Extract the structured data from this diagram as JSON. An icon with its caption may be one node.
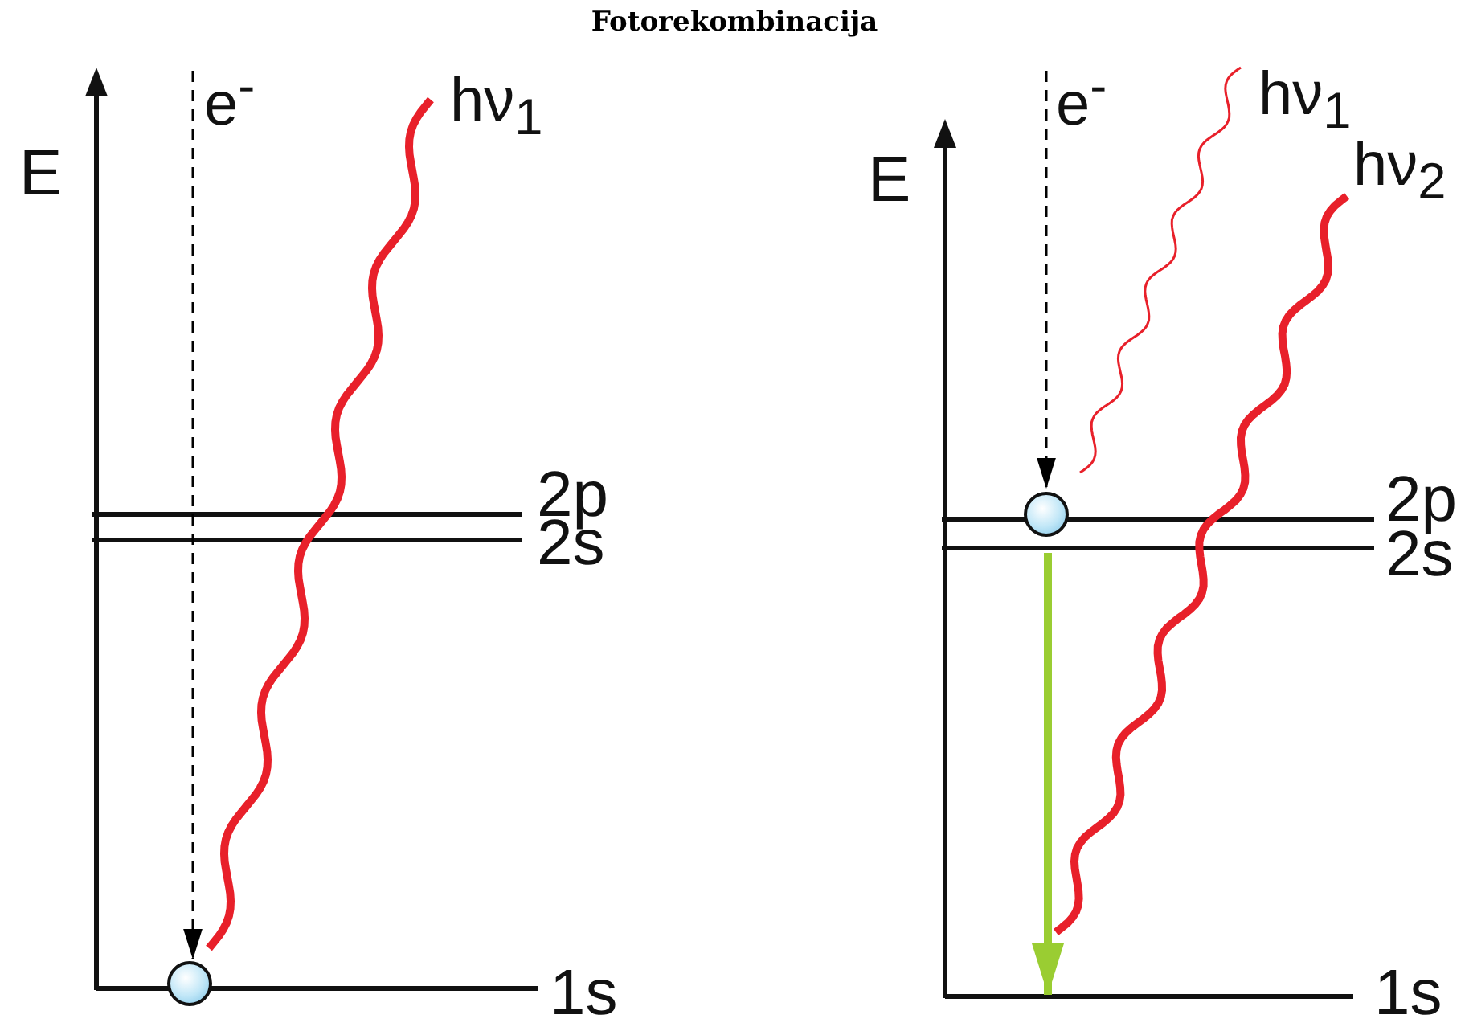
{
  "diagram": {
    "title": "Fotorekombinacija",
    "nodes": [
      {
        "text": [
          "e$^{-}$"
        ]
      },
      {
        "text": [
          "hν$_{1}$"
        ]
      },
      {
        "text": [],
        "shape": "circle"
      },
      {
        "text": [
          "e$^{-}$"
        ]
      },
      {
        "text": [
          "hν$_{1}$"
        ]
      },
      {
        "text": [
          "hν$_{2}$"
        ]
      },
      {
        "text": [],
        "shape": "circle"
      }
    ],
    "edges": [
      {
        "from": 0,
        "to": 2,
        "arrow": "to",
        "style": "dashed",
        "color": "#000000"
      },
      {
        "from": 2,
        "to": 1,
        "arrow": "none",
        "style": "thick",
        "color": "#e8202a"
      },
      {
        "from": 3,
        "to": 6,
        "arrow": "to",
        "style": "dashed",
        "color": "#000000"
      },
      {
        "from": 6,
        "to": 4,
        "arrow": "none",
        "color": "#e8202a"
      },
      {
        "from": null,
        "to": 5,
        "arrow": "none",
        "style": "thick",
        "color": "#e8202a"
      },
      {
        "from": 6,
        "to": null,
        "arrow": "to",
        "style": "thick",
        "color": "#9acd32"
      }
    ],
    "labels": [
      "E",
      "2p",
      "2s",
      "1s",
      "E",
      "2p",
      "2s",
      "1s"
    ]
  }
}
